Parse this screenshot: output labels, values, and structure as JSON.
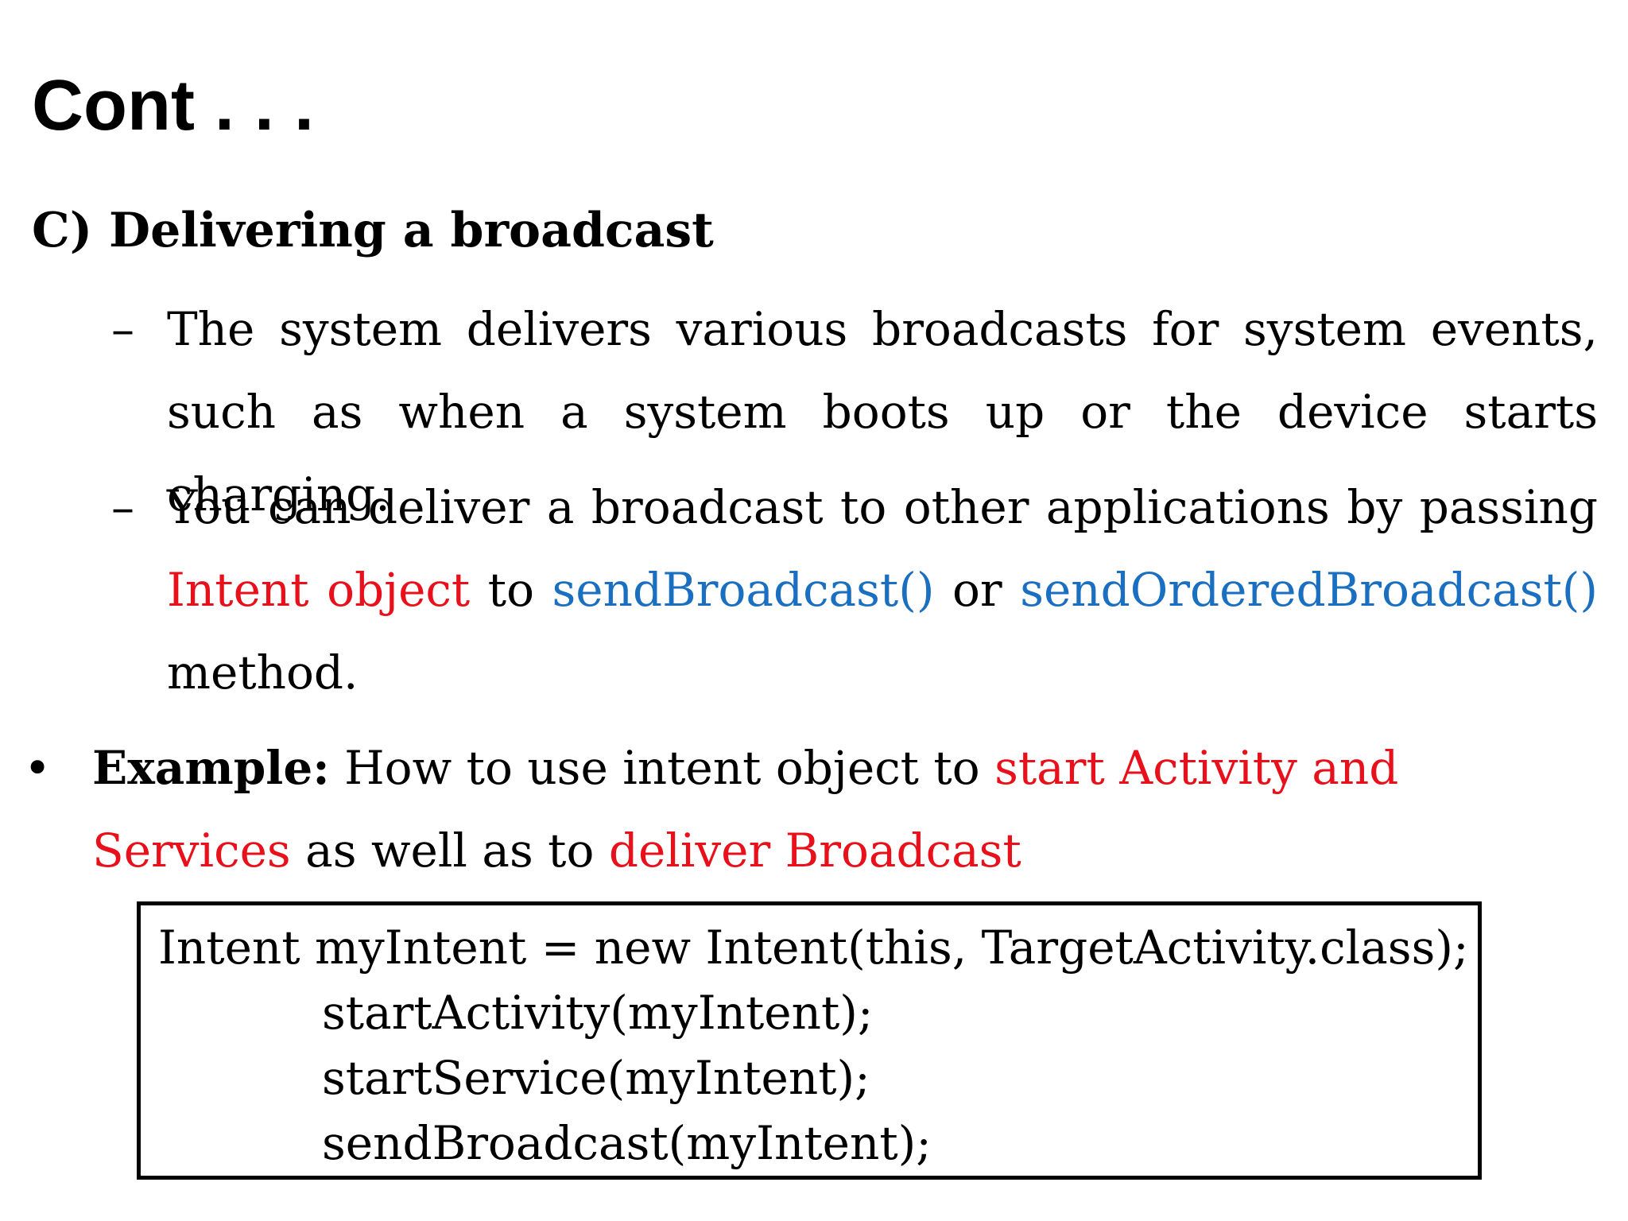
{
  "slide": {
    "title": "Cont . . .",
    "section_heading": "C) Delivering a broadcast",
    "dash_marker": "–",
    "bullet_marker": "•"
  },
  "point1": {
    "text": "The system delivers various broadcasts for system events, such as when a system boots up or the device starts charging."
  },
  "point2": {
    "lead": "You can deliver a broadcast to other applications by passing",
    "intent_object": "Intent object",
    "to": "to",
    "send_broadcast": "sendBroadcast()",
    "or": "or",
    "send_ordered_broadcast": "sendOrderedBroadcast()",
    "tail": "method."
  },
  "example": {
    "label": "Example:",
    "lead": "How to use intent object to",
    "start_activity_services": "start Activity and Services",
    "middle": "as well as to",
    "deliver_broadcast": "deliver Broadcast"
  },
  "code": {
    "lines": [
      "Intent myIntent = new Intent(this, TargetActivity.class);",
      "startActivity(myIntent);",
      "startService(myIntent);",
      "sendBroadcast(myIntent);"
    ]
  },
  "colors": {
    "highlight_red": "#e8111b",
    "highlight_blue": "#1a6fc0"
  }
}
